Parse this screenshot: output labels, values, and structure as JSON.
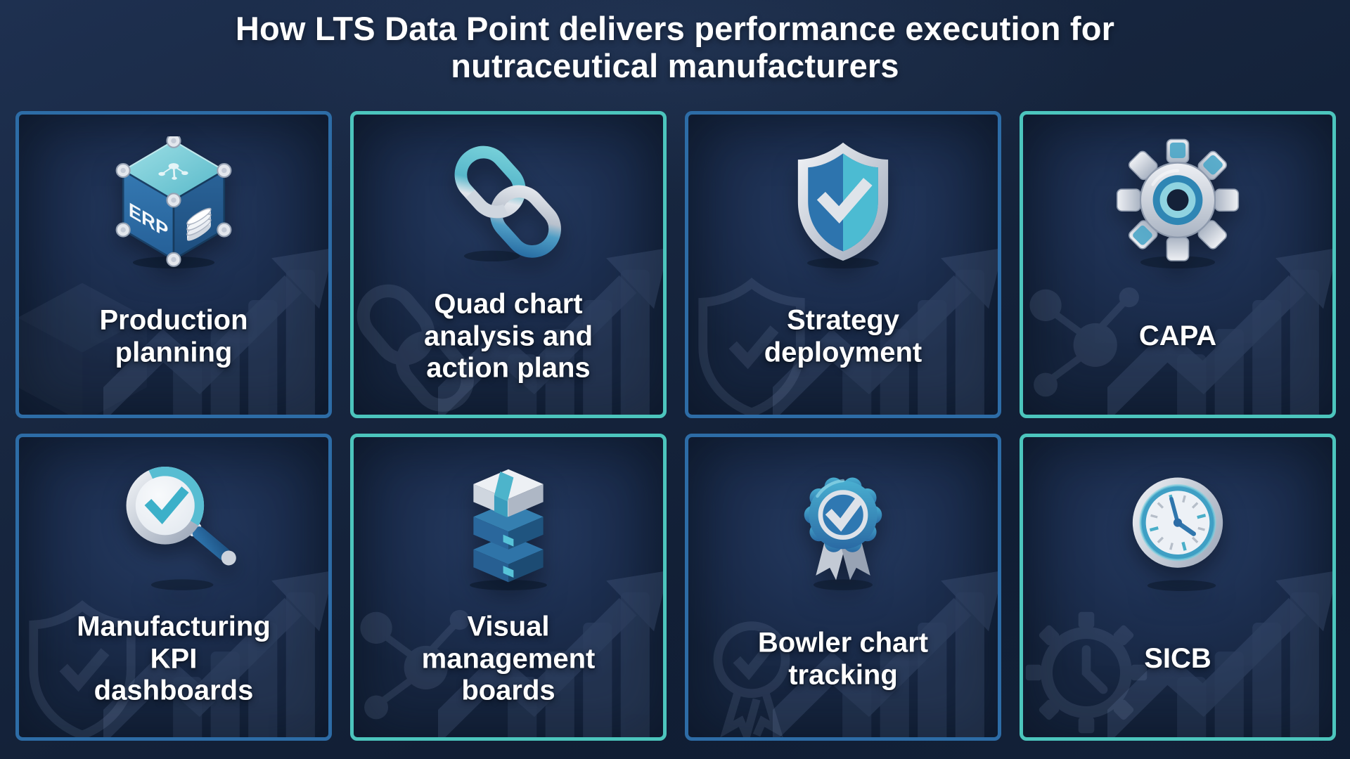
{
  "title": {
    "line1": "How LTS Data Point delivers performance execution for",
    "line2": "nutraceutical manufacturers"
  },
  "colors": {
    "background": "#15233d",
    "card_background": "#1c2e4f",
    "border_blue": "#2d6ca6",
    "border_teal": "#4cc5bd",
    "title_text": "#ffffff",
    "label_text": "#ffffff",
    "watermark": "#5a6f96",
    "icon_teal": "#5fc3d4",
    "icon_blue": "#2f76ad",
    "icon_silver": "#d9dee6"
  },
  "cards": [
    {
      "id": "production-planning",
      "icon": "erp-cube",
      "icon_text": "ERP",
      "border": "blue",
      "lines": [
        "Production",
        "planning"
      ]
    },
    {
      "id": "quad-chart-analysis",
      "icon": "chain-link",
      "border": "teal",
      "lines": [
        "Quad chart",
        "analysis and",
        "action plans"
      ]
    },
    {
      "id": "strategy-deployment",
      "icon": "shield-check",
      "border": "blue",
      "lines": [
        "Strategy",
        "deployment"
      ]
    },
    {
      "id": "capa",
      "icon": "gear",
      "border": "teal",
      "lines": [
        "CAPA"
      ]
    },
    {
      "id": "manufacturing-kpi-dashboards",
      "icon": "magnifier-check",
      "border": "blue",
      "lines": [
        "Manufacturing",
        "KPI",
        "dashboards"
      ]
    },
    {
      "id": "visual-management-boards",
      "icon": "stacked-boards",
      "border": "teal",
      "lines": [
        "Visual",
        "management",
        "boards"
      ]
    },
    {
      "id": "bowler-chart-tracking",
      "icon": "award-ribbon",
      "border": "blue",
      "lines": [
        "Bowler chart",
        "tracking"
      ]
    },
    {
      "id": "sicb",
      "icon": "clock",
      "border": "teal",
      "lines": [
        "SICB"
      ]
    }
  ]
}
